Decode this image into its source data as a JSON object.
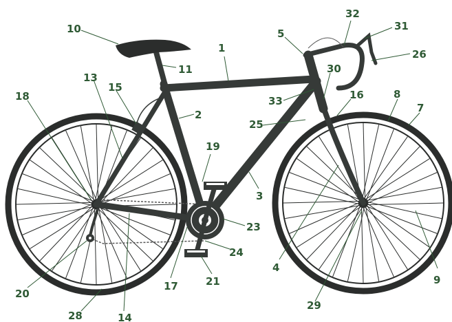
{
  "diagram": {
    "colors": {
      "frame": "#363a38",
      "tyre": "#2b2d2c",
      "label": "#2f5a35",
      "background": "#ffffff"
    },
    "parts": {
      "wheels": [
        "rear-wheel",
        "front-wheel"
      ],
      "frame_tubes": [
        "top-tube",
        "seat-tube",
        "down-tube",
        "head-tube",
        "chain-stay",
        "seat-stay",
        "fork"
      ],
      "components": [
        "saddle",
        "seat-post",
        "handlebar",
        "stem",
        "brake-lever",
        "chainring",
        "crank",
        "pedals",
        "chain",
        "rear-derailleur",
        "rear-hub",
        "front-hub"
      ]
    },
    "callouts": [
      "1",
      "2",
      "3",
      "4",
      "5",
      "7",
      "8",
      "9",
      "10",
      "11",
      "13",
      "14",
      "15",
      "16",
      "17",
      "18",
      "19",
      "20",
      "21",
      "23",
      "24",
      "25",
      "26",
      "28",
      "29",
      "30",
      "31",
      "32",
      "33"
    ]
  }
}
